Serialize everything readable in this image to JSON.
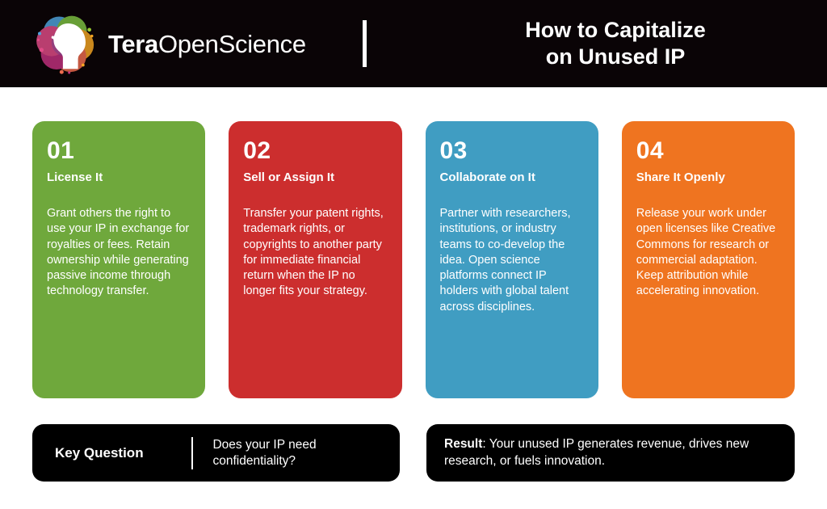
{
  "header": {
    "brand_bold": "Tera",
    "brand_light": "OpenScience",
    "logo_icon": "brain-network-circle-logo",
    "divider_icon": "vertical-divider",
    "title_line1": "How to Capitalize",
    "title_line2": "on Unused IP",
    "background": "#0a0406"
  },
  "cards": [
    {
      "number": "01",
      "subtitle": "License It",
      "body": "Grant others the right to use your IP in exchange for royalties or fees. Retain ownership while generating passive income through technology transfer.",
      "color": "#6FA83C"
    },
    {
      "number": "02",
      "subtitle": "Sell or Assign It",
      "body": "Transfer your patent rights, trademark rights, or copyrights to another party for immediate financial return when the IP no longer fits your strategy.",
      "color": "#CC2E2E"
    },
    {
      "number": "03",
      "subtitle": "Collaborate on It",
      "body": "Partner with researchers, institutions, or industry teams to co-develop the idea. Open science platforms connect IP holders with global talent across disciplines.",
      "color": "#409DC2"
    },
    {
      "number": "04",
      "subtitle": "Share It Openly",
      "body": "Release your work under open licenses like Creative Commons for research or commercial adaptation. Keep attribution while accelerating innovation.",
      "color": "#EF7420"
    }
  ],
  "key_question": {
    "label": "Key Question",
    "text": "Does your IP need confidentiality?"
  },
  "result": {
    "label": "Result",
    "separator": ": ",
    "text": "Your unused IP generates revenue, drives new research, or fuels innovation."
  }
}
